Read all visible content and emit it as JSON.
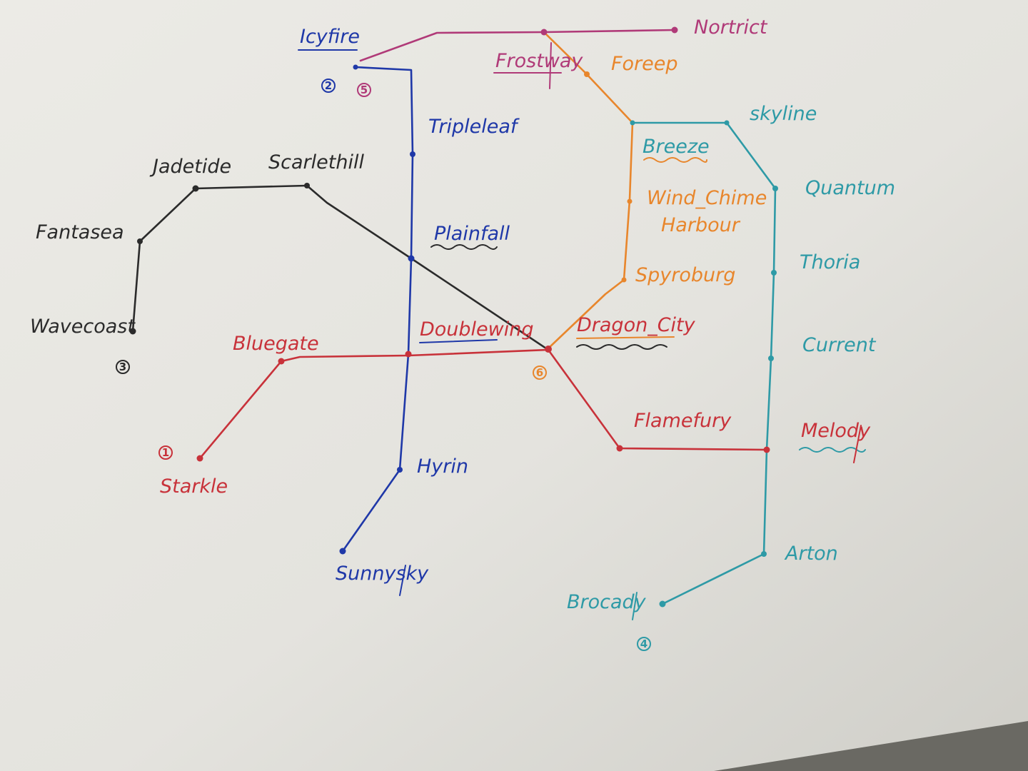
{
  "colors": {
    "line_1": "#c8323a",
    "line_2": "#1f38a8",
    "line_3": "#2b2b2b",
    "line_4": "#2e9aa6",
    "line_5": "#b03a78",
    "line_6": "#e8862c"
  },
  "line_markers": {
    "line_1": "1",
    "line_2": "2",
    "line_3": "3",
    "line_4": "4",
    "line_5": "5",
    "line_6": "6"
  },
  "stations": {
    "nortrict": "Nortrict",
    "icyfire": "Icyfire",
    "frostway": "Frostway",
    "foreep": "Foreep",
    "tripleleaf": "Tripleleaf",
    "skyline": "skyline",
    "breeze": "Breeze",
    "jadetide": "Jadetide",
    "scarlethill": "Scarlethill",
    "quantum": "Quantum",
    "wind_chime": "Wind_Chime",
    "harbour": "Harbour",
    "fantasea": "Fantasea",
    "plainfall": "Plainfall",
    "thoria": "Thoria",
    "spyroburg": "Spyroburg",
    "wavecoast": "Wavecoast",
    "bluegate": "Bluegate",
    "doublewing": "Doublewing",
    "dragon_city": "Dragon_City",
    "current": "Current",
    "flamefury": "Flamefury",
    "melody": "Melody",
    "starkle": "Starkle",
    "hyrin": "Hyrin",
    "sunnysky": "Sunnysky",
    "arton": "Arton",
    "brocady": "Brocady"
  }
}
